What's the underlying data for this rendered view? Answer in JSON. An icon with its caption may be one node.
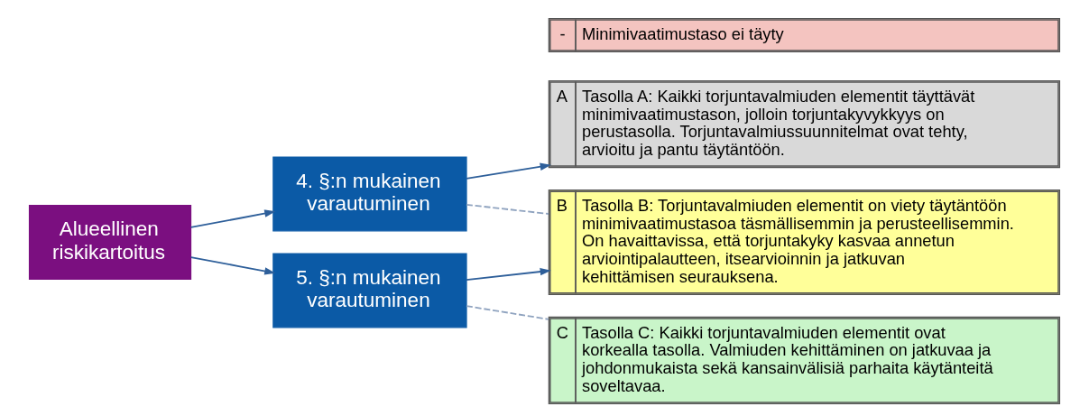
{
  "diagram": {
    "nodes": [
      {
        "text": [
          "Alueellinen riskikartoitus"
        ]
      },
      {
        "text": [
          "4. §:n mukainen varautuminen"
        ]
      },
      {
        "text": [
          "5. §:n mukainen varautuminen"
        ]
      },
      {
        "text": [
          "-",
          "Minimivaatimustaso ei täyty"
        ]
      },
      {
        "text": [
          "A",
          "Tasolla A: Kaikki torjuntavalmiuden elementit täyttävät minimivaatimustason, jolloin torjuntakyvykkyys on perustasolla. Torjuntavalmiussuunnitelmat ovat tehty, arvioitu ja pantu täytäntöön."
        ]
      },
      {
        "text": [
          "B",
          "Tasolla B: Torjuntavalmiuden elementit on viety täytäntöön minimivaatimustasoa täsmällisemmin ja perusteellisemmin. On havaittavissa, että torjuntakyky kasvaa annetun arviointipalautteen, itsearvioinnin ja jatkuvan kehittämisen seurauksena."
        ]
      },
      {
        "text": [
          "C",
          "Tasolla C: Kaikki torjuntavalmiuden elementit ovat korkealla tasolla. Valmiuden kehittäminen on jatkuvaa ja johdonmukaista sekä kansainvälisiä parhaita käytänteitä soveltavaa."
        ]
      }
    ],
    "edges": [
      {
        "from": 0,
        "to": 1,
        "arrow": "to"
      },
      {
        "from": 0,
        "to": 2,
        "arrow": "to"
      },
      {
        "from": 1,
        "to": 4,
        "arrow": "to"
      },
      {
        "from": 1,
        "to": 5,
        "arrow": "none",
        "style": "dashed",
        "color": "#8fa3bf"
      },
      {
        "from": 2,
        "to": 5,
        "arrow": "to"
      },
      {
        "from": 2,
        "to": 6,
        "arrow": "none",
        "style": "dashed",
        "color": "#8fa3bf"
      }
    ]
  }
}
